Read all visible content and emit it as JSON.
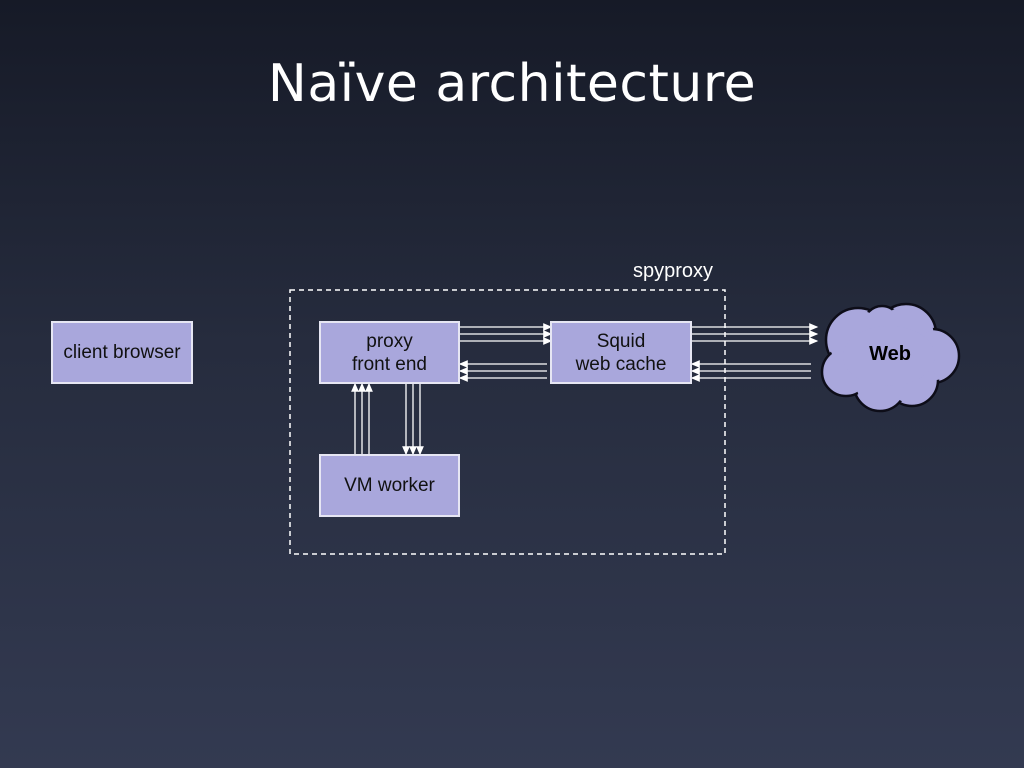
{
  "slide": {
    "title": "Naïve architecture"
  },
  "diagram": {
    "group_label": "spyproxy",
    "nodes": {
      "client_browser": "client browser",
      "proxy_front_end_line1": "proxy",
      "proxy_front_end_line2": "front end",
      "squid_line1": "Squid",
      "squid_line2": "web cache",
      "vm_worker": "VM worker",
      "web": "Web"
    },
    "colors": {
      "box_fill": "#a9a7dc",
      "line": "#ffffff"
    }
  }
}
